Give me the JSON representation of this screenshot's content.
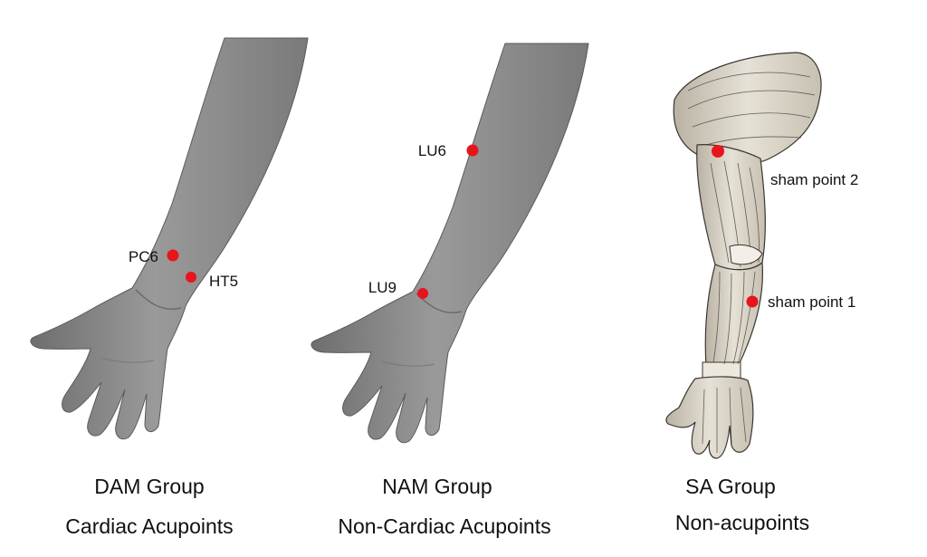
{
  "panels": [
    {
      "group": "DAM Group",
      "subtitle": "Cardiac Acupoints",
      "points": [
        {
          "label": "PC6"
        },
        {
          "label": "HT5"
        }
      ]
    },
    {
      "group": "NAM Group",
      "subtitle": "Non-Cardiac Acupoints",
      "points": [
        {
          "label": "LU6"
        },
        {
          "label": "LU9"
        }
      ]
    },
    {
      "group": "SA Group",
      "subtitle": "Non-acupoints",
      "points": [
        {
          "label": "sham point 2"
        },
        {
          "label": "sham point 1"
        }
      ]
    }
  ],
  "colors": {
    "point": "#e8141c",
    "skin": "#8e8e8e",
    "muscle_fill": "#d9d4c8",
    "muscle_line": "#3a3630"
  }
}
